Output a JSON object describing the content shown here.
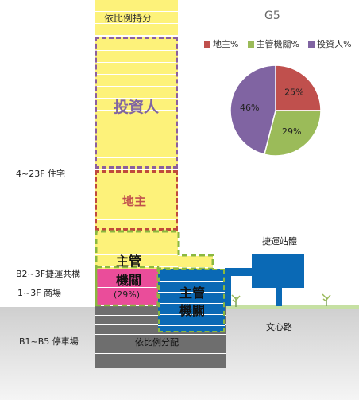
{
  "title_top": "依比例持分",
  "building_code": "G5",
  "sections": {
    "investor": "投資人",
    "landlord": "地主",
    "authority_upper": "主管",
    "authority_lower": "機關",
    "authority_pct": "(29%)",
    "authority_block_upper": "主管",
    "authority_block_lower": "機關",
    "parking": "依比例分配"
  },
  "floor_labels": {
    "residential": "4~23F 住宅",
    "public_floors": "B2~3F捷運共構",
    "commercial": "1~3F 商場",
    "parking": "B1~B5 停車場"
  },
  "labels": {
    "station": "捷運站體",
    "road": "文心路"
  },
  "colors": {
    "landlord": "#c0504d",
    "authority": "#9bbb59",
    "investor": "#8064a2",
    "building_yellow": "#fdf27a",
    "commercial_pink": "#ea4d9a",
    "station_blue": "#0a69b5"
  },
  "chart_data": {
    "type": "pie",
    "title": "",
    "legend": [
      "地主%",
      "主管機關%",
      "投資人%"
    ],
    "series": [
      {
        "name": "地主%",
        "value": 25,
        "label": "25%",
        "color": "#c0504d"
      },
      {
        "name": "主管機關%",
        "value": 29,
        "label": "29%",
        "color": "#9bbb59"
      },
      {
        "name": "投資人%",
        "value": 46,
        "label": "46%",
        "color": "#8064a2"
      }
    ],
    "legend_position": "top"
  }
}
